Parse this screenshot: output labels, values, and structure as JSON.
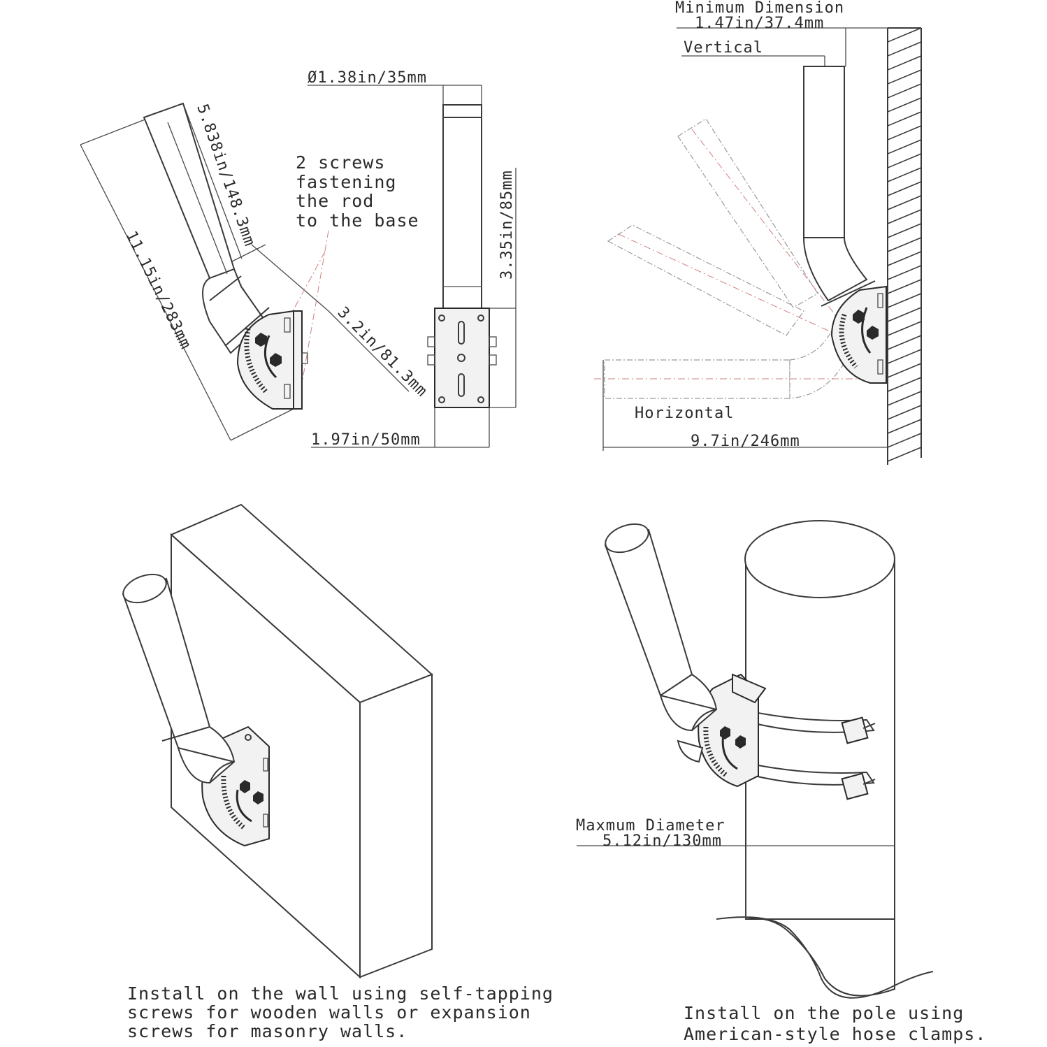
{
  "labels": {
    "diameter": "Ø1.38in/35mm",
    "vertical_length": "5.838in/148.3mm",
    "overall_length": "11.15in/283mm",
    "screws_note": [
      "2 screws",
      "fastening",
      "the rod",
      "to the base"
    ],
    "base_offset": "3.2in/81.3mm",
    "base_height": "3.35in/85mm",
    "base_width": "1.97in/50mm",
    "min_dimension_title": "Minimum Dimension",
    "min_dimension_value": "1.47in/37.4mm",
    "vertical": "Vertical",
    "horizontal": "Horizontal",
    "horizontal_reach": "9.7in/246mm",
    "max_diameter_title": "Maxmum Diameter",
    "max_diameter_value": "5.12in/130mm"
  },
  "captions": {
    "wall": [
      "Install on the wall using self-tapping",
      "screws for wooden walls or expansion",
      "screws for masonry walls."
    ],
    "pole": [
      "Install on the pole using",
      "American-style hose clamps."
    ]
  }
}
